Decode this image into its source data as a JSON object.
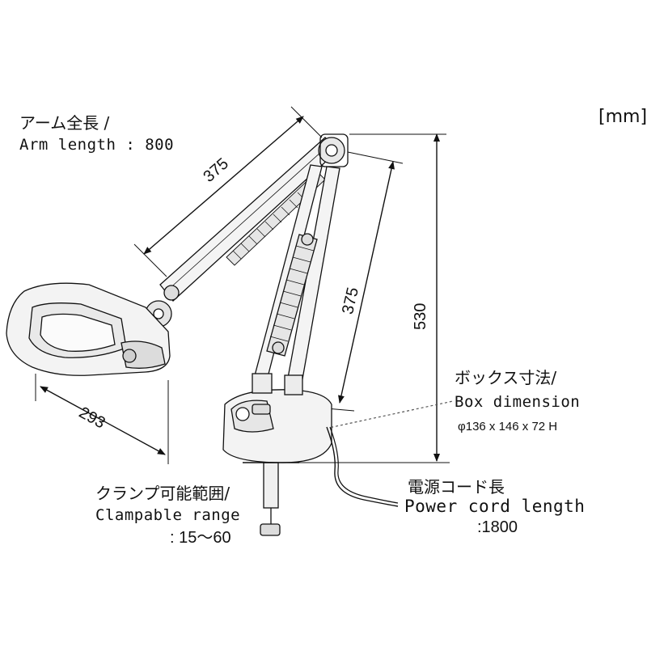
{
  "unit_label": "[mm]",
  "arm_length": {
    "jp": "アーム全長 /",
    "en": "Arm length :  800"
  },
  "dimensions": {
    "upper_arm": "375",
    "lower_arm": "375",
    "height": "530",
    "lens_width": "293"
  },
  "box_dimension": {
    "jp": "ボックス寸法/",
    "en": "Box dimension",
    "value": "φ136 x 146 x 72 H"
  },
  "power_cord": {
    "jp": "電源コード長",
    "en": "Power cord length",
    "value": ":1800"
  },
  "clamp_range": {
    "jp": "クランプ可能範囲/",
    "en": "Clampable range",
    "value": ": 15～60"
  },
  "colors": {
    "line": "#111111",
    "body_fill": "#f2f2f2",
    "shade": "#d9d9d9"
  }
}
